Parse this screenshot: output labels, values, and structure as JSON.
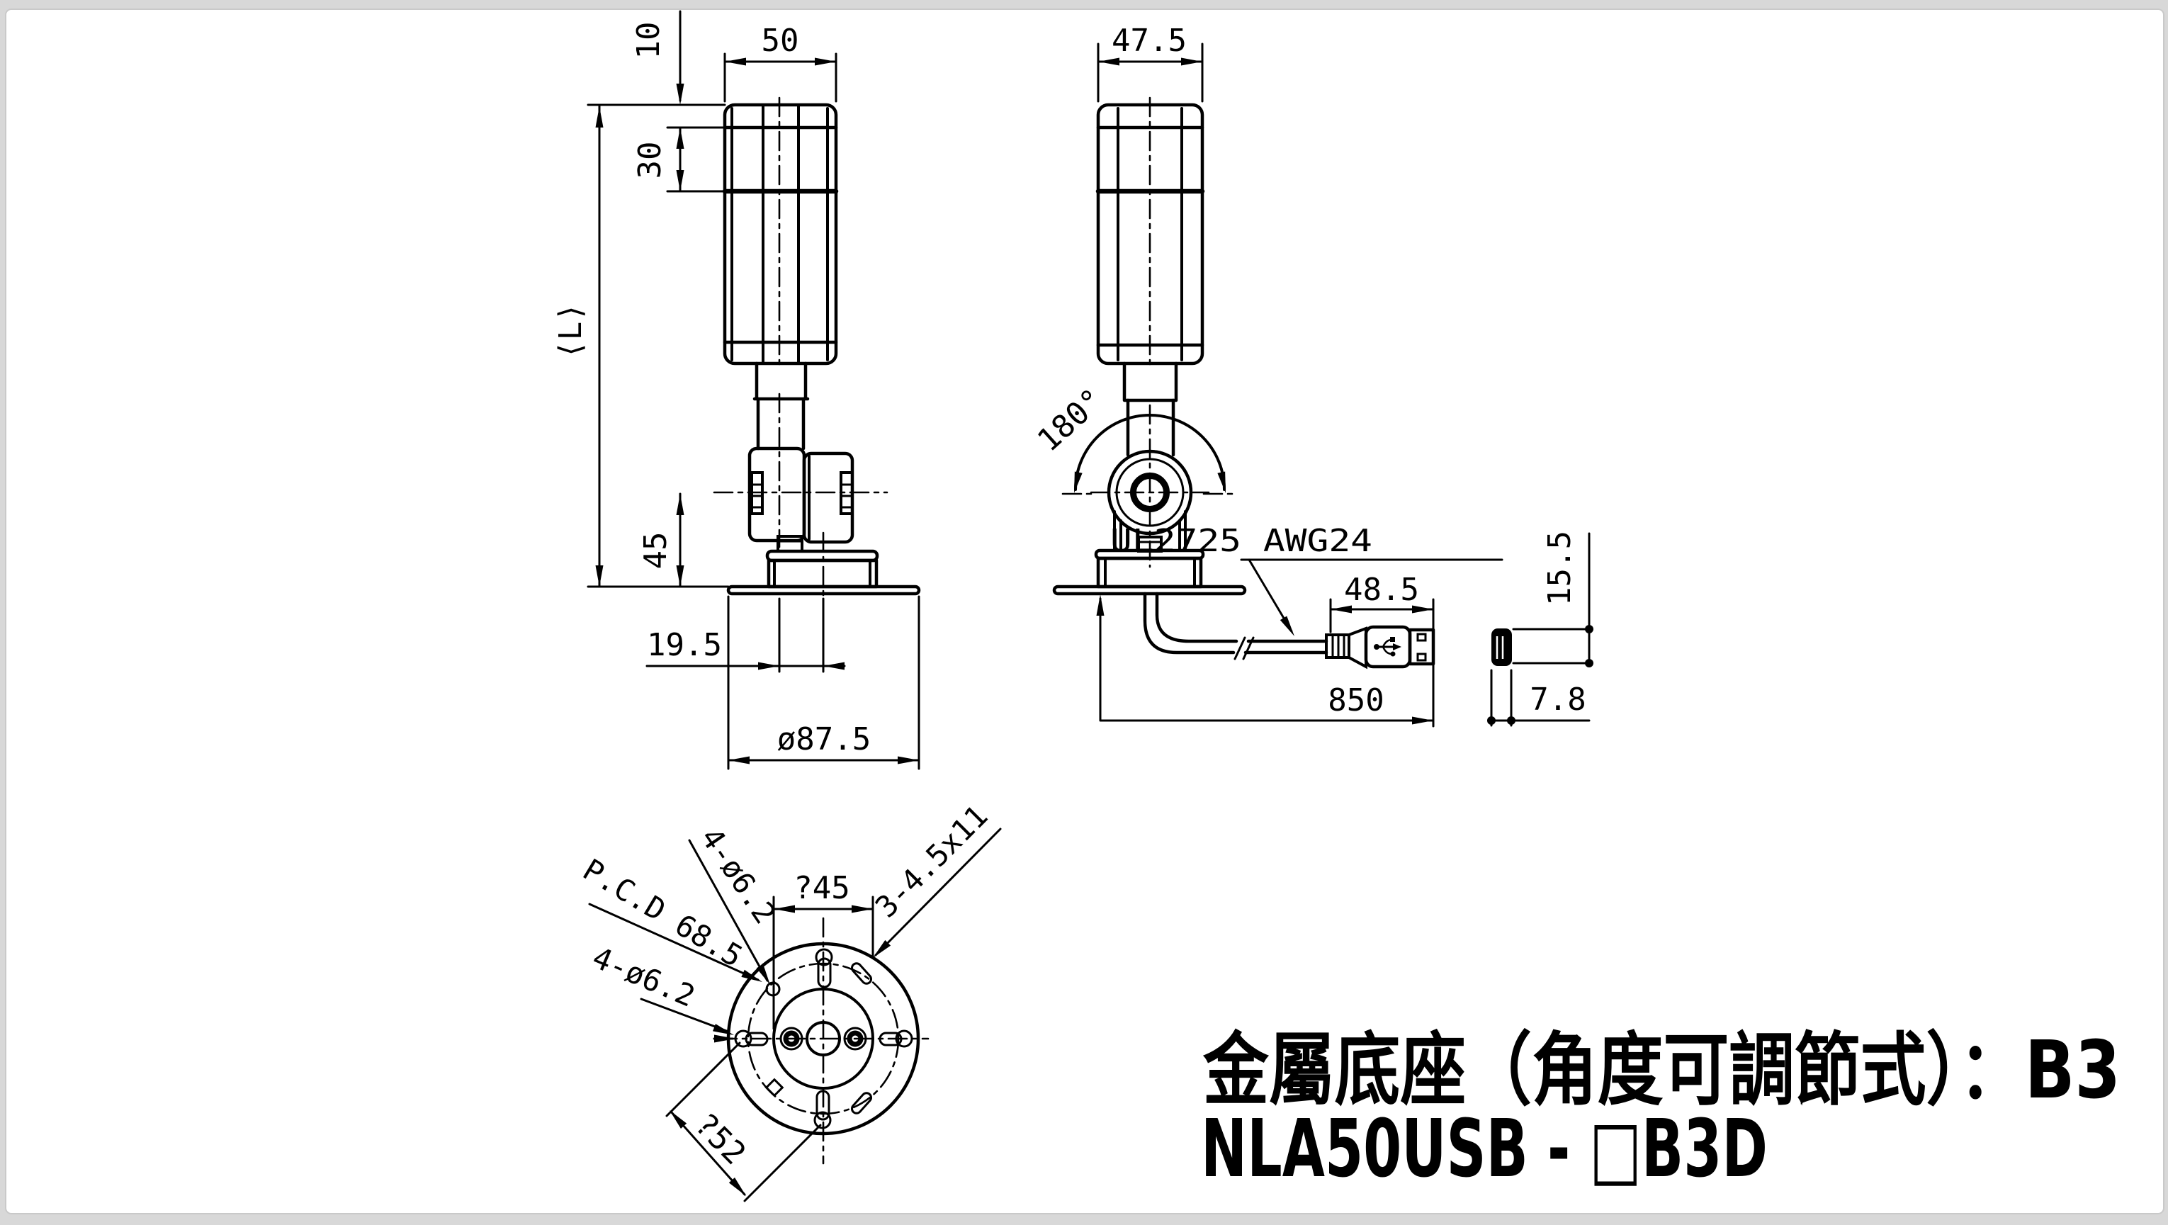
{
  "page": {
    "background": "#d8d8d8",
    "paper": "#ffffff",
    "ink": "#000000",
    "description": "Dimensional engineering drawing of NLA50USB signal tower light with adjustable-angle metal base"
  },
  "front_view": {
    "dim_top_cap": "10",
    "dim_width": "50",
    "dim_module": "30",
    "dim_total_height": "⟨L⟩",
    "dim_hinge_height": "45",
    "dim_axis_offset": "19.5",
    "dim_base_diameter": "ø87.5"
  },
  "side_view": {
    "dim_depth": "47.5",
    "dim_swivel_angle": "180°",
    "cable_spec": "UL2725 AWG24",
    "dim_connector_length": "48.5",
    "dim_cable_length": "850",
    "dim_connector_height": "15.5",
    "dim_connector_width": "7.8"
  },
  "bottom_view": {
    "dim_inner": "?45",
    "dim_diagonal": "?52",
    "label_holes_top": "4-ø6.2",
    "label_pcd": "P.C.D 68.5",
    "label_holes_left": "4-ø6.2",
    "label_slots": "3-4.5x11"
  },
  "caption": {
    "line1": "金屬底座（角度可調節式）：B3",
    "line2": "NLA50USB - □B3D"
  }
}
